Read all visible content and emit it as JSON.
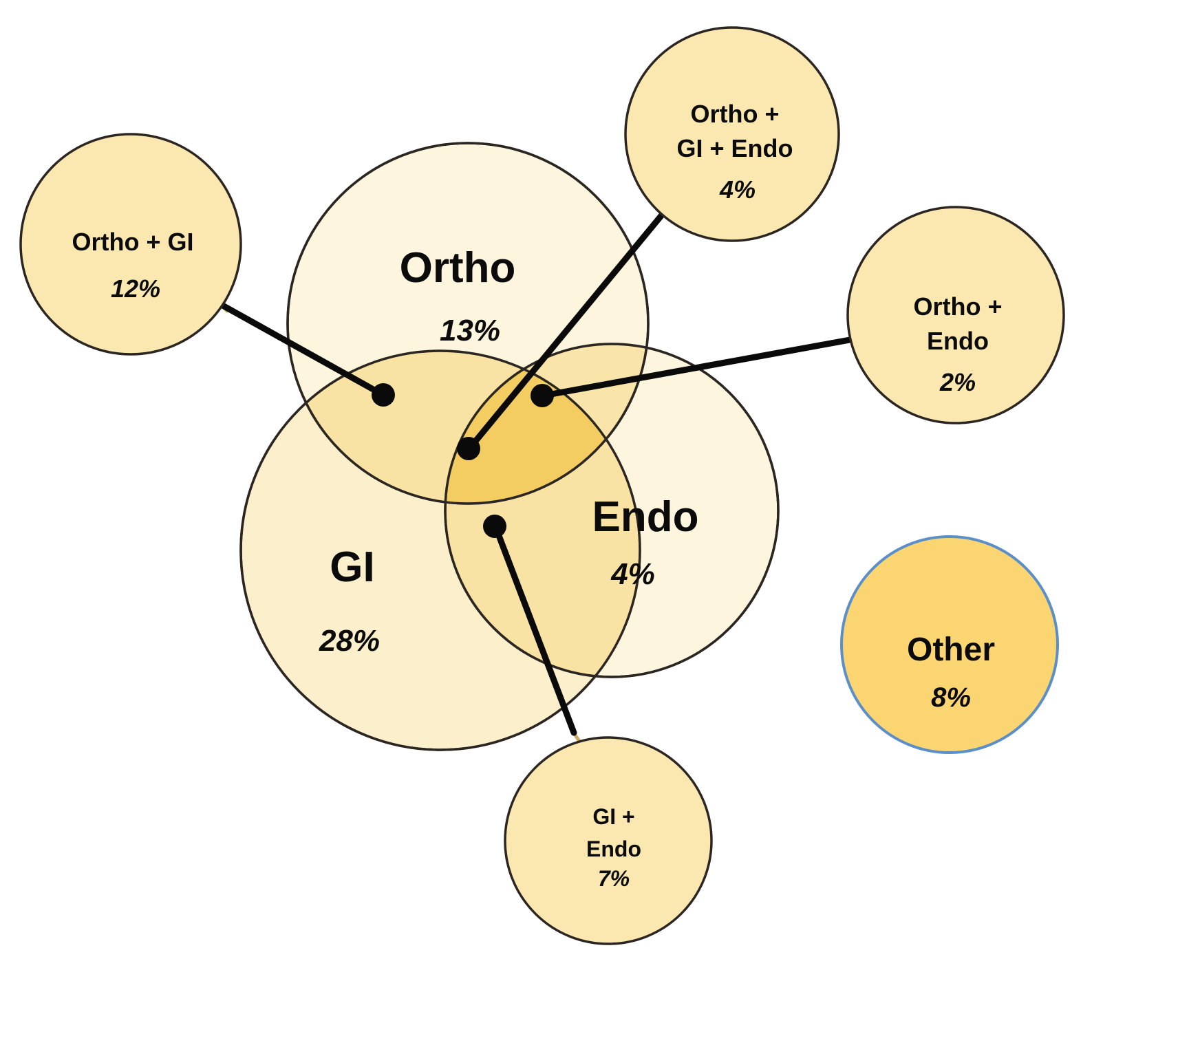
{
  "figure": {
    "type": "venn-diagram",
    "title": "",
    "background_color": "#FFFFFF"
  },
  "chart_data": {
    "type": "pie",
    "title": "",
    "xlabel": "",
    "ylabel": "",
    "categories": [
      "Ortho",
      "GI",
      "Endo",
      "Ortho + GI",
      "Ortho + Endo",
      "GI + Endo",
      "Ortho + GI + Endo",
      "Other"
    ],
    "values": [
      13,
      28,
      4,
      12,
      2,
      7,
      4,
      8
    ],
    "legend_position": "none",
    "grid": false
  },
  "colors": {
    "fill_base": "#FBEFC8",
    "fill_callout": "#FBE7B0",
    "fill_overlap2": "#FADD95",
    "fill_overlap3": "#F9D681",
    "fill_other": "#FCD573",
    "stroke_main": "#2B2622",
    "stroke_inner": "#C9A961",
    "stroke_other": "#5B8FC9",
    "leader_line": "#0A0A0A",
    "leader_stub": "#C9A961",
    "text": "#0B0B0B"
  },
  "sets": {
    "ortho": {
      "name": "Ortho",
      "percent": "13%"
    },
    "gi": {
      "name": "GI",
      "percent": "28%"
    },
    "endo": {
      "name": "Endo",
      "percent": "4%"
    }
  },
  "callouts": [
    {
      "id": "ortho-gi",
      "line1": "Ortho + GI",
      "line2": "",
      "percent": "12%"
    },
    {
      "id": "ortho-gi-endo",
      "line1": "Ortho +",
      "line2": "GI + Endo",
      "percent": "4%"
    },
    {
      "id": "ortho-endo",
      "line1": "Ortho +",
      "line2": "Endo",
      "percent": "2%"
    },
    {
      "id": "gi-endo",
      "line1": "GI +",
      "line2": "Endo",
      "percent": "7%"
    }
  ],
  "standalone": {
    "id": "other",
    "name": "Other",
    "percent": "8%"
  }
}
